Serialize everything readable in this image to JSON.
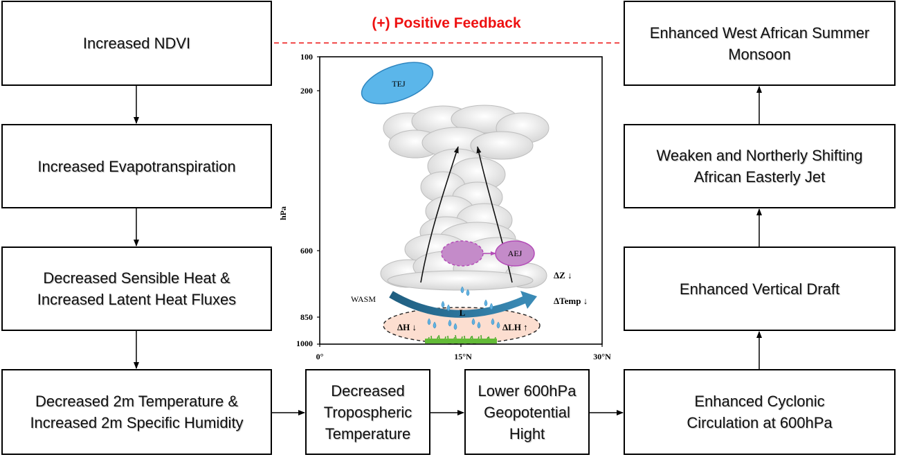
{
  "boxes": {
    "ndvi": "Increased NDVI",
    "evapotranspiration": "Increased Evapotranspiration",
    "heat_fluxes": "Decreased Sensible Heat &\nIncreased Latent Heat Fluxes",
    "temp_humidity": "Decreased 2m Temperature  &\nIncreased 2m Specific Humidity",
    "tropospheric_temp": "Decreased\nTropospheric\nTemperature",
    "geopotential": "Lower 600hPa\nGeopotential\nHight",
    "cyclonic": "Enhanced Cyclonic\nCirculation at 600hPa",
    "vertical_draft": "Enhanced Vertical Draft",
    "aej_shift": "Weaken and Northerly Shifting\nAfrican Easterly Jet",
    "monsoon": "Enhanced West African Summer\nMonsoon"
  },
  "feedback_label": "(+) Positive Feedback",
  "figure": {
    "y_axis_label": "hPa",
    "y_ticks": [
      "100",
      "200",
      "600",
      "850",
      "1000"
    ],
    "x_ticks": [
      "0°",
      "15°N",
      "30°N"
    ],
    "labels": {
      "tej": "TEJ",
      "aej": "AEJ",
      "wasm": "WASM",
      "low": "L",
      "delta_z": "ΔZ ↓",
      "delta_temp": "ΔTemp ↓",
      "delta_h": "ΔH ↓",
      "delta_lh": "ΔLH ↑"
    }
  },
  "colors": {
    "feedback": "#ee1111",
    "tej_fill": "#5bb6ea",
    "aej_fill": "#c48bc9",
    "surface_fill": "#fcded0",
    "wasm_arrow": "#2b6f95",
    "rain": "#62b3e2",
    "grass": "#4aaa2a"
  }
}
